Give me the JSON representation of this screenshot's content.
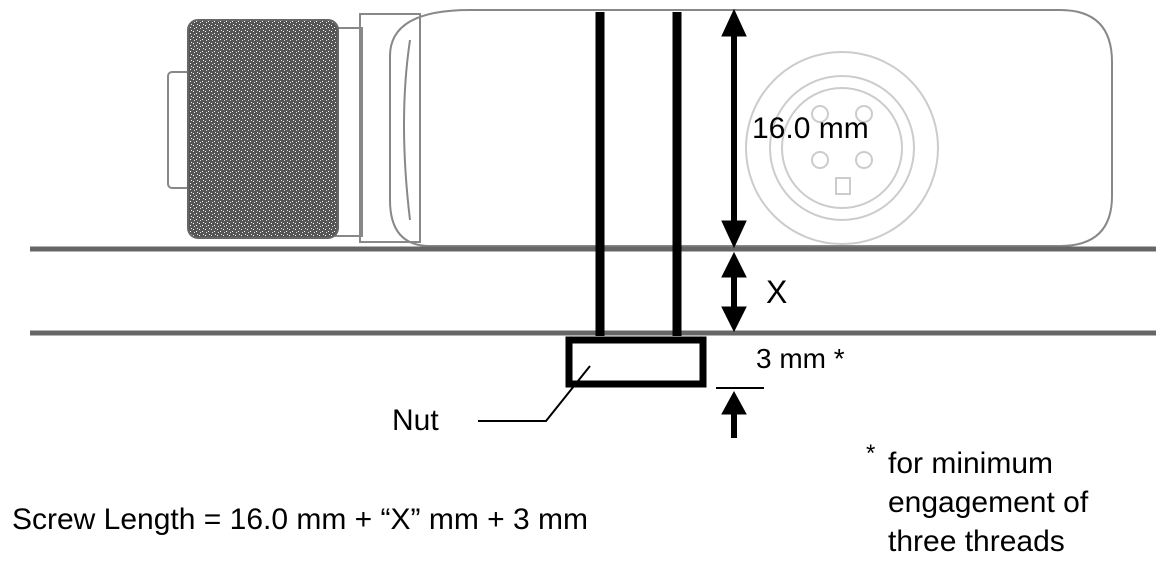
{
  "labels": {
    "height_dim": "16.0 mm",
    "panel_dim": "X",
    "nut_dim": "3 mm *",
    "nut": "Nut",
    "formula": "Screw Length = 16.0 mm + “X” mm + 3 mm",
    "footnote_star": "*",
    "footnote_lines": [
      "for minimum",
      "engagement of",
      "three threads"
    ]
  }
}
